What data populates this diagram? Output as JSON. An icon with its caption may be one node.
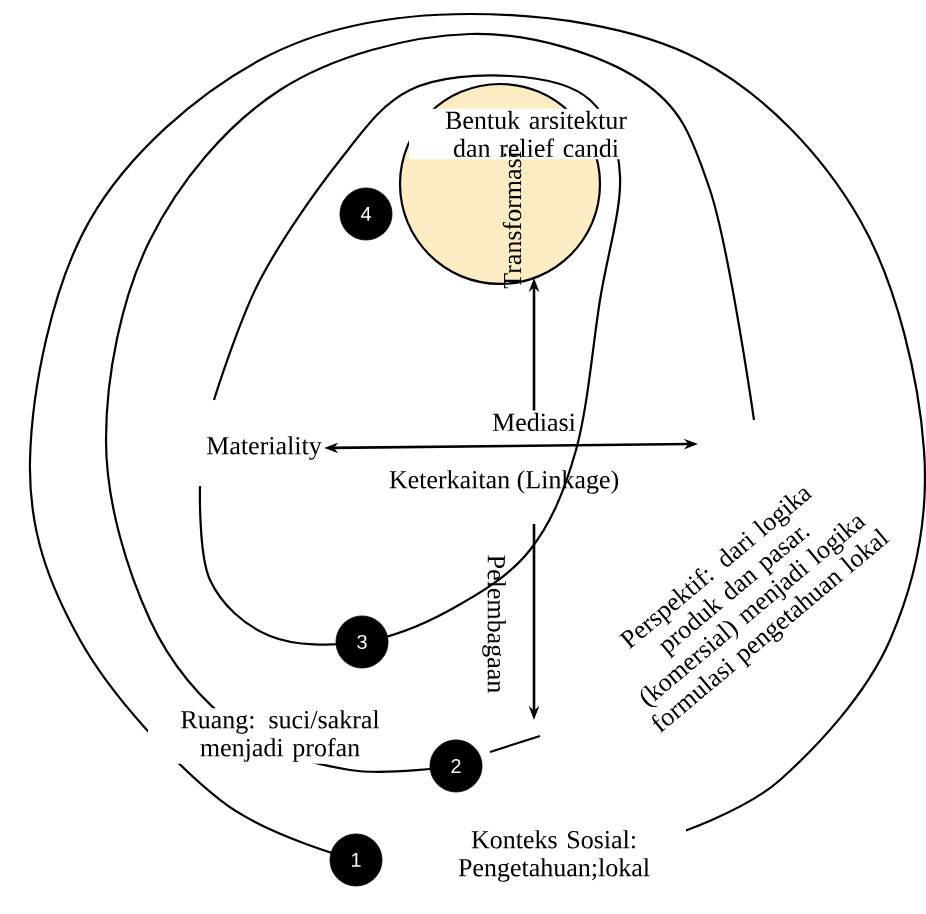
{
  "diagram": {
    "nodes": [
      {
        "text": [
          "Bentuk arsitektur dan relief candi"
        ]
      },
      {
        "text": [
          "4"
        ]
      },
      {
        "text": [
          "Mediasi"
        ]
      },
      {
        "text": [
          "Materiality"
        ]
      },
      {
        "text": [
          "3"
        ]
      },
      {
        "text": [
          "2"
        ]
      },
      {
        "text": [
          "1"
        ]
      }
    ],
    "edges": [
      {
        "from": null,
        "to": 3,
        "arrow": "both"
      },
      {
        "from": 2,
        "to": 0,
        "arrow": "to"
      }
    ],
    "labels": [
      "Transformasi",
      "Keterkaitan (Linkage)",
      "Pelembagaan",
      "Perspektif: dari logika produk dan pasar. (komersial) menjadi logika formulasi pengetahuan lokal",
      "Ruang: suci/sakral menjadi profan",
      "Konteks Sosial: Pengetahuan;lokal"
    ]
  }
}
